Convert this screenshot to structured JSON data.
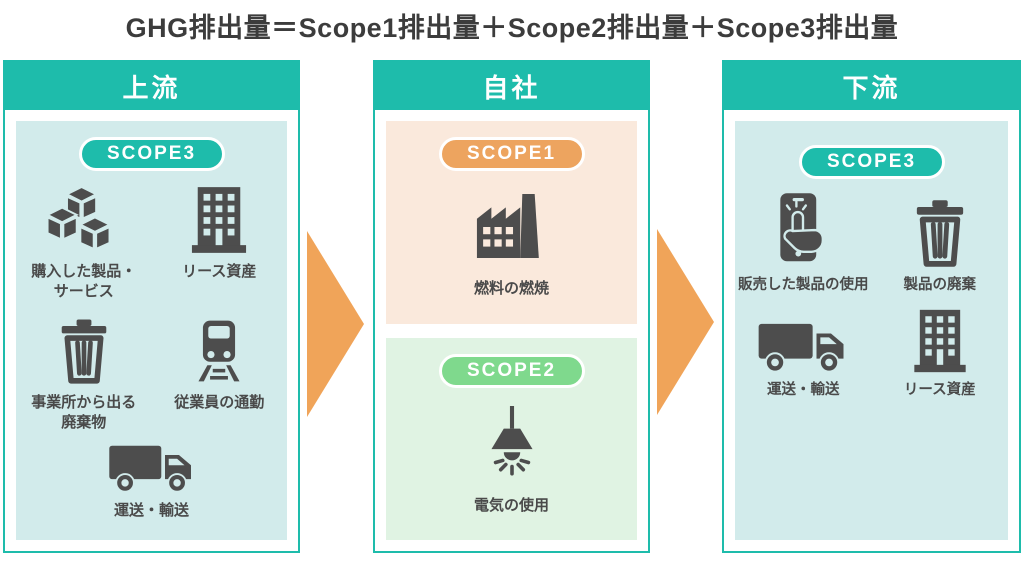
{
  "title": "GHG排出量＝Scope1排出量＋Scope2排出量＋Scope3排出量",
  "colors": {
    "teal": "#1ebcab",
    "panel_teal": "#d2ebeb",
    "orange": "#eda45f",
    "arrow_orange": "#f0a459",
    "peach": "#fae9dc",
    "green": "#7fd98d",
    "panel_green": "#e0f3e3",
    "icon_gray": "#4d4d4d",
    "label_gray": "#4a4a4a",
    "title_gray": "#3c3c3c"
  },
  "columns": {
    "upstream": {
      "header": "上流",
      "badge": "SCOPE3",
      "items": {
        "purchased": "購入した製品・\nサービス",
        "leased": "リース資産",
        "waste": "事業所から出る\n廃棄物",
        "commute": "従業員の通勤",
        "transport": "運送・輸送"
      }
    },
    "company": {
      "header": "自社",
      "scope1": {
        "badge": "SCOPE1",
        "label": "燃料の燃焼"
      },
      "scope2": {
        "badge": "SCOPE2",
        "label": "電気の使用"
      }
    },
    "downstream": {
      "header": "下流",
      "badge": "SCOPE3",
      "items": {
        "product_use": "販売した製品の使用",
        "disposal": "製品の廃棄",
        "transport": "運送・輸送",
        "leased": "リース資産"
      }
    }
  }
}
